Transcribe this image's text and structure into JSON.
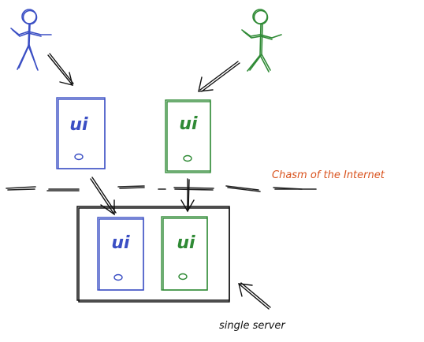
{
  "labels": {
    "chasm": "Chasm of the Internet",
    "server": "single server"
  },
  "devices": [
    {
      "glyph": "ui",
      "color": "#3b4fc4"
    },
    {
      "glyph": "ui",
      "color": "#2f8a35"
    },
    {
      "glyph": "ui",
      "color": "#3b4fc4"
    },
    {
      "glyph": "ui",
      "color": "#2f8a35"
    }
  ],
  "colors": {
    "user_left": "#3b4fc4",
    "user_right": "#2f8a35",
    "chasm_text": "#d9531e",
    "ink": "#111111"
  },
  "icons": [
    "stick-figure-blue",
    "stick-figure-green"
  ]
}
